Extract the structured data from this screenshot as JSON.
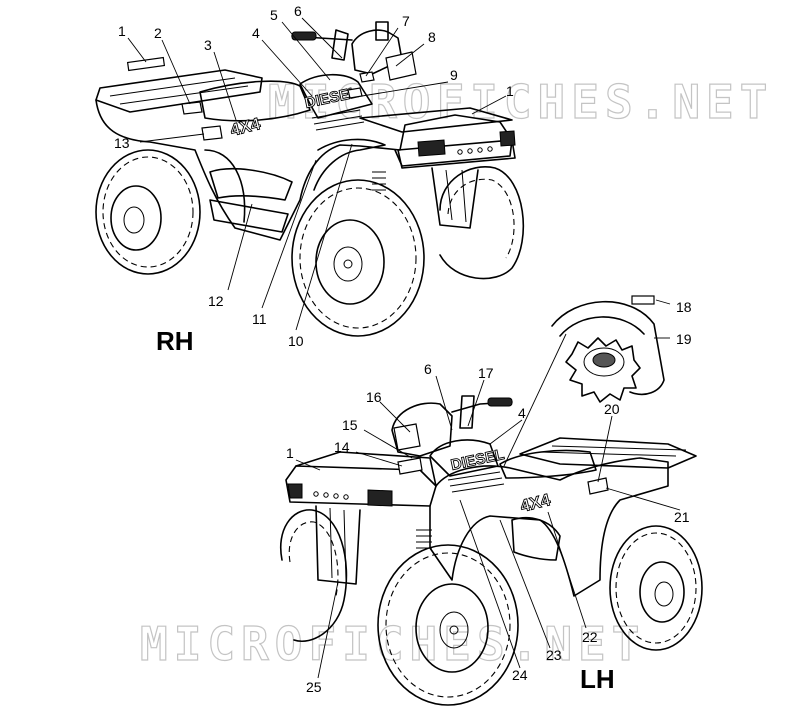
{
  "views": {
    "rh": {
      "label": "RH"
    },
    "lh": {
      "label": "LH"
    }
  },
  "watermark": {
    "top": "MICROFICHES.NET",
    "bottom": "MICROFICHES.NET"
  },
  "decal_text": {
    "diesel": "DIESEL",
    "four_by_four": "4X4"
  },
  "callouts": {
    "rh": [
      "1",
      "2",
      "3",
      "4",
      "5",
      "6",
      "7",
      "8",
      "9",
      "1",
      "13",
      "12",
      "11",
      "10"
    ],
    "detail": [
      "18",
      "19"
    ],
    "lh": [
      "6",
      "17",
      "16",
      "4",
      "15",
      "14",
      "1",
      "20",
      "21",
      "22",
      "23",
      "24",
      "25"
    ]
  }
}
